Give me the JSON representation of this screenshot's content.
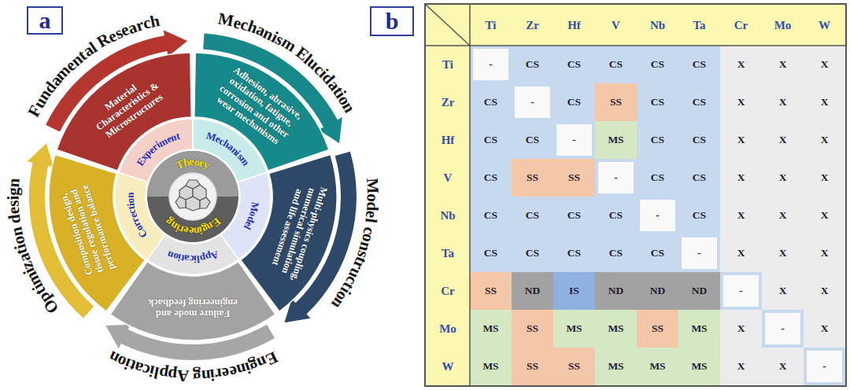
{
  "diagram": {
    "nodes": [
      {
        "text": [
          "Material Characteristics & Microstructures"
        ]
      },
      {
        "text": [
          "Adhesion, abrasive, oxidation, fatigue, corrosion and other wear mechanisms"
        ]
      },
      {
        "text": [
          "Multi-physics coupling, numerical simulation and life assessment"
        ]
      },
      {
        "text": [
          "Failure mode and engineering feedback"
        ]
      },
      {
        "text": [
          "Composition design, tissue regulation and performance balance"
        ]
      },
      {
        "text": [
          "Experiment"
        ]
      },
      {
        "text": [
          "Mechanism"
        ]
      },
      {
        "text": [
          "Model"
        ]
      },
      {
        "text": [
          "Application"
        ]
      },
      {
        "text": [
          "Correction"
        ]
      },
      {
        "text": [
          "Theory",
          "Engineering"
        ]
      }
    ],
    "labels": [
      "a",
      "Fundamental Research",
      "Mechanism Elucidation",
      "Model construction",
      "Engineering Application",
      "Optimization design",
      "b",
      "Ti",
      "Zr",
      "Hf",
      "V",
      "Nb",
      "Ta",
      "Cr",
      "Mo",
      "W",
      "Ti",
      "-",
      "CS",
      "CS",
      "CS",
      "CS",
      "CS",
      "X",
      "X",
      "X",
      "Zr",
      "CS",
      "-",
      "CS",
      "SS",
      "CS",
      "CS",
      "X",
      "X",
      "X",
      "Hf",
      "CS",
      "CS",
      "-",
      "MS",
      "CS",
      "CS",
      "X",
      "X",
      "X",
      "V",
      "CS",
      "SS",
      "SS",
      "-",
      "CS",
      "CS",
      "X",
      "X",
      "X",
      "Nb",
      "CS",
      "CS",
      "CS",
      "CS",
      "-",
      "CS",
      "X",
      "X",
      "X",
      "Ta",
      "CS",
      "CS",
      "CS",
      "CS",
      "CS",
      "-",
      "X",
      "X",
      "X",
      "Cr",
      "SS",
      "ND",
      "IS",
      "ND",
      "ND",
      "ND",
      "-",
      "X",
      "X",
      "Mo",
      "MS",
      "SS",
      "MS",
      "MS",
      "SS",
      "MS",
      "X",
      "-",
      "X",
      "W",
      "MS",
      "SS",
      "SS",
      "MS",
      "MS",
      "MS",
      "X",
      "X",
      "-"
    ]
  }
}
